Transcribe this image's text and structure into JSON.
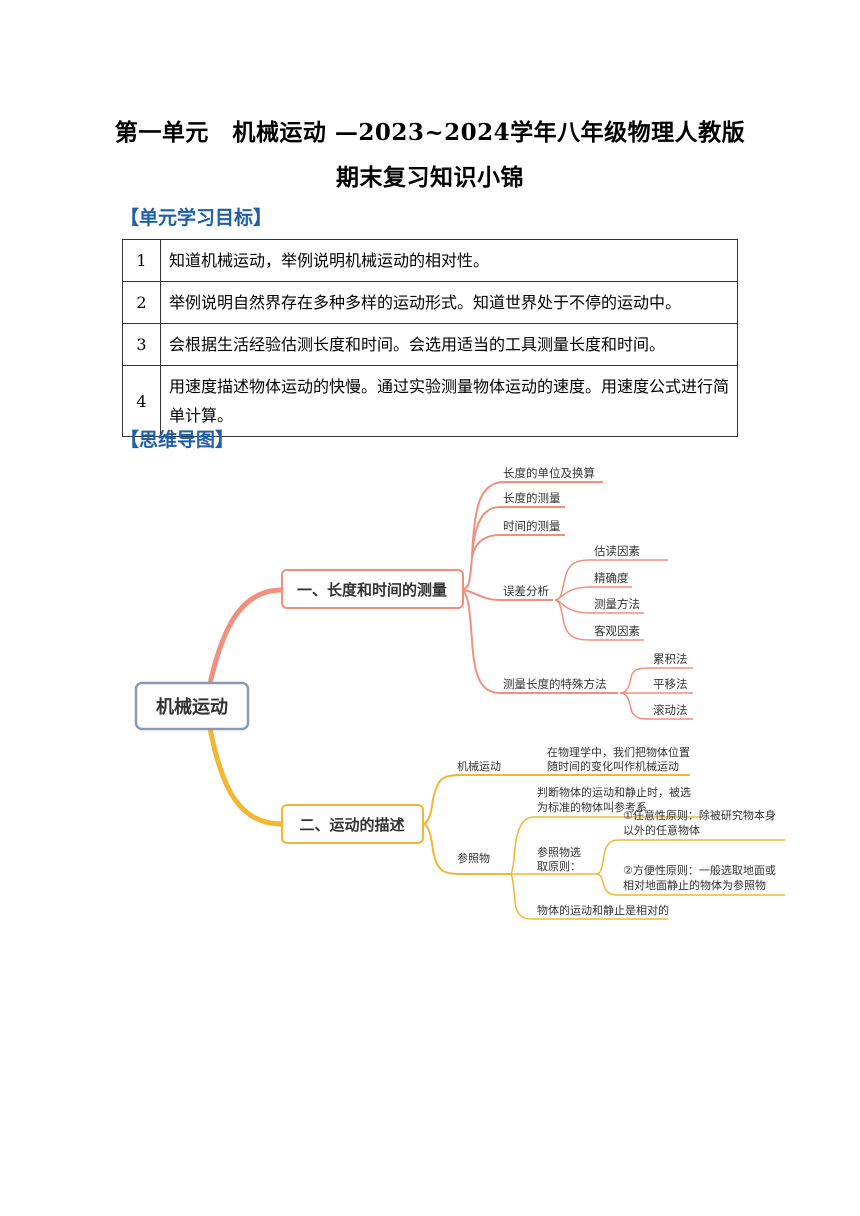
{
  "header": {
    "title_line1": "第一单元　机械运动 —2023~2024学年八年级物理人教版",
    "title_line2": "期末复习知识小锦"
  },
  "goals": {
    "heading": "【单元学习目标】",
    "rows": [
      {
        "no": "1",
        "text": "知道机械运动，举例说明机械运动的相对性。"
      },
      {
        "no": "2",
        "text": "举例说明自然界存在多种多样的运动形式。知道世界处于不停的运动中。"
      },
      {
        "no": "3",
        "text": "会根据生活经验估测长度和时间。会选用适当的工具测量长度和时间。"
      },
      {
        "no": "4",
        "text": "用速度描述物体运动的快慢。通过实验测量物体运动的速度。用速度公式进行简单计算。"
      }
    ]
  },
  "mindmap": {
    "heading": "【思维导图】",
    "root": "机械运动",
    "colors": {
      "branch1": "#f08f7d",
      "branch2": "#f2b632",
      "root_border": "#8a9bb0"
    },
    "branch1": {
      "label": "一、长度和时间的测量",
      "items": {
        "unit": "长度的单位及换算",
        "length": "长度的测量",
        "time": "时间的测量",
        "error": "误差分析",
        "error_children": [
          "估读因素",
          "精确度",
          "测量方法",
          "客观因素"
        ],
        "special": "测量长度的特殊方法",
        "special_children": [
          "累积法",
          "平移法",
          "滚动法"
        ]
      }
    },
    "branch2": {
      "label": "二、运动的描述",
      "motion": "机械运动",
      "motion_desc": [
        "在物理学中，我们把物体位置",
        "随时间的变化叫作机械运动"
      ],
      "reference": "参照物",
      "ref_desc": [
        "判断物体的运动和静止时，被选",
        "为标准的物体叫参考系"
      ],
      "principle": [
        "参照物选",
        "取原则："
      ],
      "principle1": [
        "①任意性原则：除被研究物本身",
        "以外的任意物体"
      ],
      "principle2": [
        "②方便性原则：一般选取地面或",
        "相对地面静止的物体为参照物"
      ],
      "relative": "物体的运动和静止是相对的"
    }
  }
}
